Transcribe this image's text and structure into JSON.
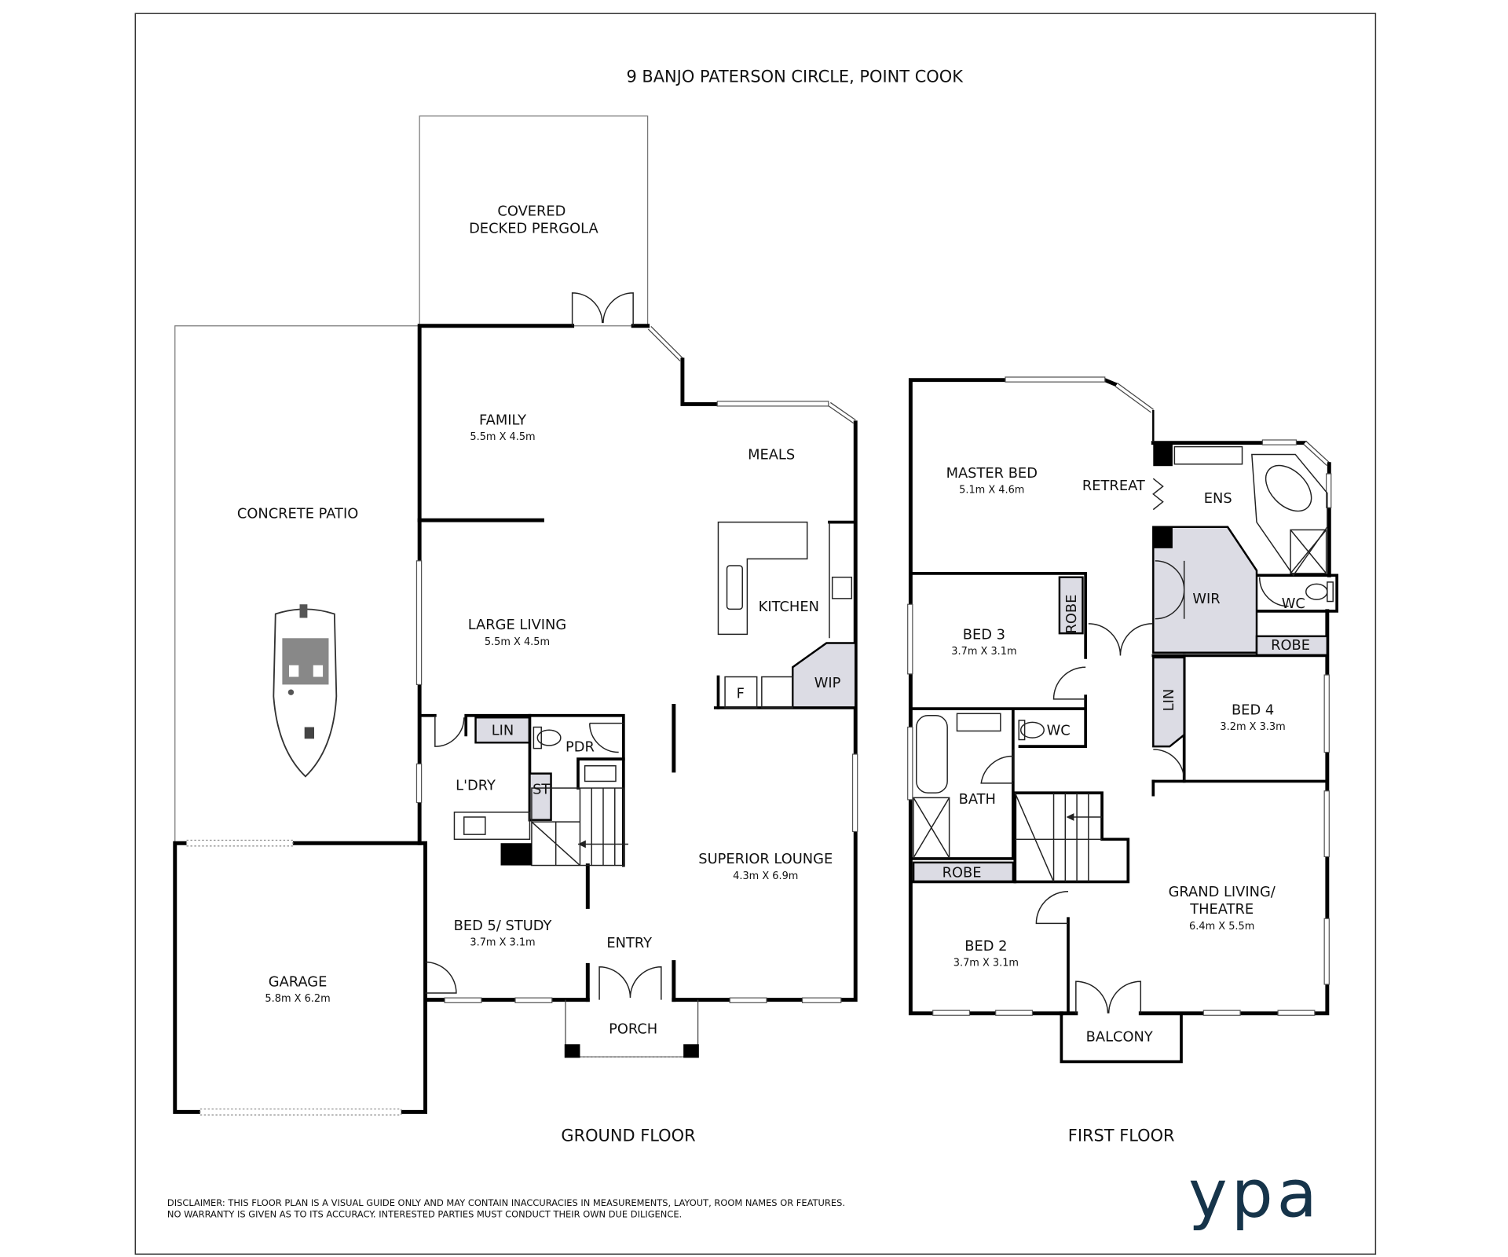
{
  "title": "9 BANJO PATERSON CIRCLE, POINT COOK",
  "ground_floor": {
    "label": "GROUND FLOOR",
    "rooms": [
      {
        "name": "COVERED",
        "name2": "DECKED PERGOLA"
      },
      {
        "name": "FAMILY",
        "dims": "5.5m X 4.5m"
      },
      {
        "name": "MEALS"
      },
      {
        "name": "CONCRETE PATIO"
      },
      {
        "name": "LARGE LIVING",
        "dims": "5.5m X 4.5m"
      },
      {
        "name": "KITCHEN"
      },
      {
        "name": "WIP"
      },
      {
        "name": "F"
      },
      {
        "name": "LIN"
      },
      {
        "name": "PDR"
      },
      {
        "name": "L'DRY"
      },
      {
        "name": "ST"
      },
      {
        "name": "SUPERIOR LOUNGE",
        "dims": "4.3m X 6.9m"
      },
      {
        "name": "GARAGE",
        "dims": "5.8m X 6.2m"
      },
      {
        "name": "BED 5/ STUDY",
        "dims": "3.7m X 3.1m"
      },
      {
        "name": "ENTRY"
      },
      {
        "name": "PORCH"
      }
    ]
  },
  "first_floor": {
    "label": "FIRST FLOOR",
    "rooms": [
      {
        "name": "MASTER BED",
        "dims": "5.1m X 4.6m"
      },
      {
        "name": "RETREAT"
      },
      {
        "name": "ENS"
      },
      {
        "name": "WIR"
      },
      {
        "name": "WC"
      },
      {
        "name": "ROBE"
      },
      {
        "name": "BED 3",
        "dims": "3.7m X 3.1m"
      },
      {
        "name": "ROBE"
      },
      {
        "name": "BED 4",
        "dims": "3.2m X 3.3m"
      },
      {
        "name": "LIN"
      },
      {
        "name": "WC"
      },
      {
        "name": "BATH"
      },
      {
        "name": "ROBE"
      },
      {
        "name": "BED 2",
        "dims": "3.7m X 3.1m"
      },
      {
        "name": "GRAND LIVING/",
        "name2": "THEATRE",
        "dims": "6.4m X 5.5m"
      },
      {
        "name": "BALCONY"
      }
    ]
  },
  "disclaimer": {
    "line1": "DISCLAIMER: THIS FLOOR PLAN IS A VISUAL GUIDE ONLY AND MAY CONTAIN INACCURACIES IN MEASUREMENTS, LAYOUT, ROOM NAMES OR FEATURES.",
    "line2": "NO WARRANTY IS GIVEN AS TO ITS ACCURACY. INTERESTED PARTIES MUST CONDUCT THEIR OWN DUE DILIGENCE."
  },
  "logo": {
    "text": "ypa",
    "color": "#16344a"
  }
}
